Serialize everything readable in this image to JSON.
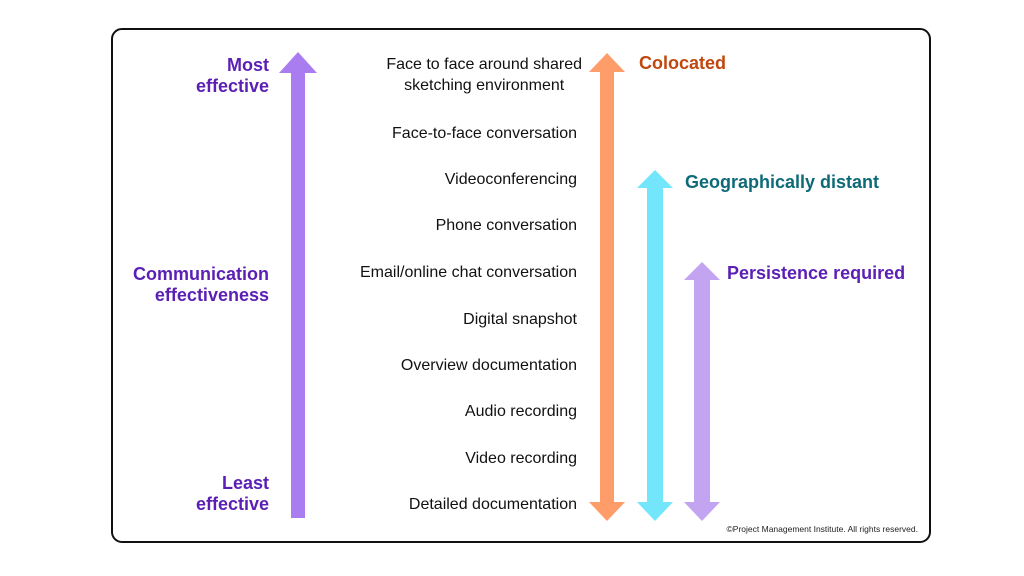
{
  "left_axis": {
    "top_label": [
      "Most",
      "effective"
    ],
    "middle_label": [
      "Communication",
      "effectiveness"
    ],
    "bottom_label": [
      "Least",
      "effective"
    ],
    "color": "#5b1fb5",
    "arrow_color": "#a97df0"
  },
  "methods": [
    [
      "Face to face around shared",
      "sketching environment"
    ],
    [
      "Face-to-face conversation"
    ],
    [
      "Videoconferencing"
    ],
    [
      "Phone conversation"
    ],
    [
      "Email/online chat conversation"
    ],
    [
      "Digital snapshot"
    ],
    [
      "Overview documentation"
    ],
    [
      "Audio recording"
    ],
    [
      "Video recording"
    ],
    [
      "Detailed documentation"
    ]
  ],
  "ranges": [
    {
      "label": "Colocated",
      "label_color": "#c0470e",
      "arrow_color": "#ff9d6a",
      "from_method": 0,
      "to_method": 9
    },
    {
      "label": "Geographically distant",
      "label_color": "#0e6a78",
      "arrow_color": "#74e6fb",
      "from_method": 2,
      "to_method": 9
    },
    {
      "label": "Persistence required",
      "label_color": "#5b1fb5",
      "arrow_color": "#c3a4f1",
      "from_method": 4,
      "to_method": 9
    }
  ],
  "copyright": "©Project Management Institute. All rights reserved."
}
